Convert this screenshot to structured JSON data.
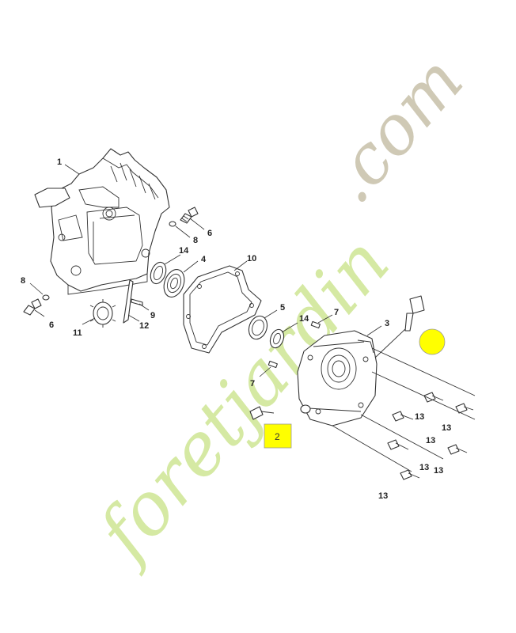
{
  "watermark": {
    "part1": "foretjardin",
    "part2": ".com",
    "color1": "#d5e9a3",
    "color2": "#cfc9b5"
  },
  "labels": {
    "l1": "1",
    "l6a": "6",
    "l8a": "8",
    "l14a": "14",
    "l4": "4",
    "l10": "10",
    "l8b": "8",
    "l6b": "6",
    "l11": "11",
    "l12": "12",
    "l9": "9",
    "l5": "5",
    "l14b": "14",
    "l7a": "7",
    "l3": "3",
    "l7b": "7",
    "l13a": "13",
    "l13b": "13",
    "l13c": "13",
    "l13d": "13",
    "l13e": "13",
    "l13f": "13"
  },
  "highlights": {
    "box_text": "2",
    "box_color": "#ffff00",
    "circle_color": "#ffff00"
  }
}
